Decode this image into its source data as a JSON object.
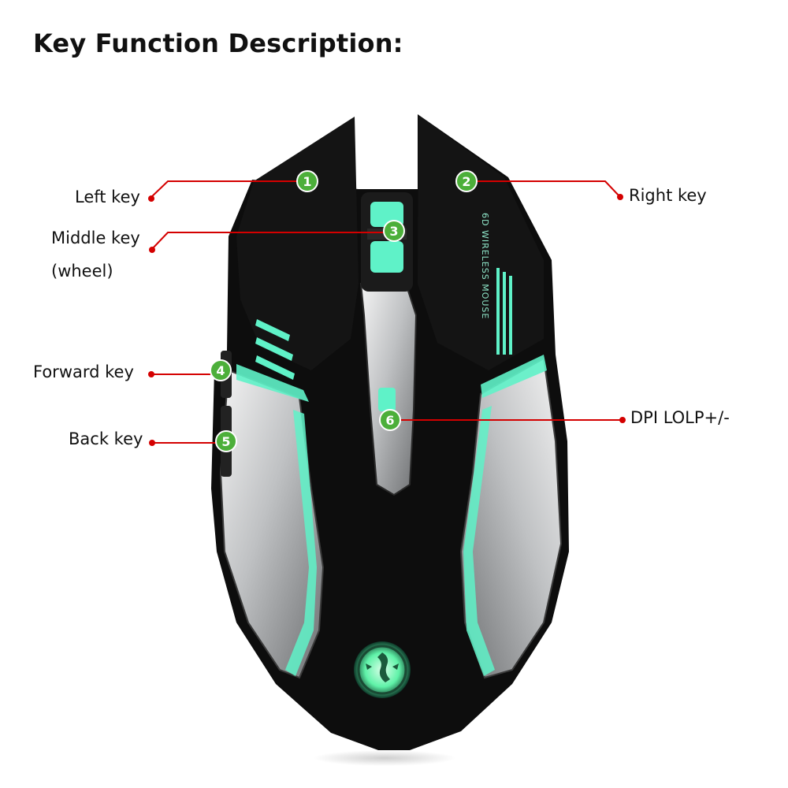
{
  "title": "Key Function Description:",
  "callouts": [
    {
      "number": "1",
      "label": "Left key"
    },
    {
      "number": "2",
      "label": "Right key"
    },
    {
      "number": "3",
      "label_line1": "Middle key",
      "label_line2": "(wheel)"
    },
    {
      "number": "4",
      "label": "Forward key"
    },
    {
      "number": "5",
      "label": "Back key"
    },
    {
      "number": "6",
      "label": "DPI LOLP+/-"
    }
  ],
  "mouse_print": "6D WIRELESS MOUSE",
  "colors": {
    "callout_line": "#d40000",
    "badge_fill": "#4caf3a",
    "mouse_body": "#0d0d0d",
    "glow": "#5ff2c8",
    "metal": "#c8cacc"
  }
}
